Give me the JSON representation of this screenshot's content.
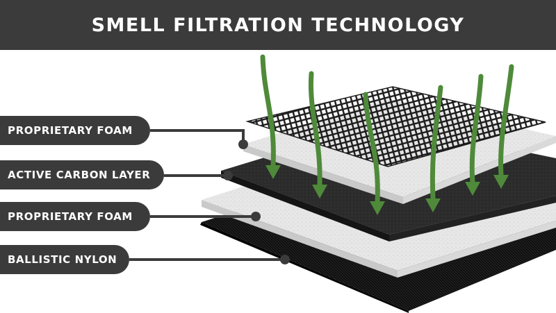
{
  "title": "SMELL FILTRATION TECHNOLOGY",
  "layers": [
    {
      "label": "PROPRIETARY FOAM"
    },
    {
      "label": "ACTIVE CARBON LAYER"
    },
    {
      "label": "PROPRIETARY FOAM"
    },
    {
      "label": "BALLISTIC NYLON"
    }
  ],
  "colors": {
    "banner": "#3b3b3b",
    "label_bg": "#3b3b3b",
    "label_text": "#ffffff",
    "foam": "#e7e7e7",
    "carbon": "#2c2c2c",
    "nylon": "#0f0f0f",
    "mesh": "#111111",
    "arrow": "#4f8a3a"
  },
  "icons": [
    "down-arrow-icon",
    "connector-dot-icon"
  ]
}
